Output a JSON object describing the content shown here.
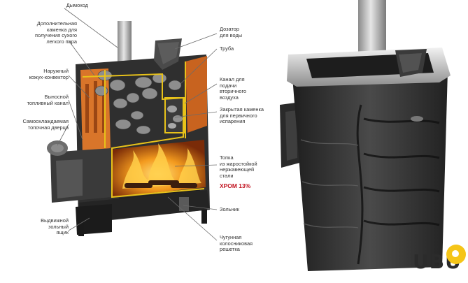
{
  "labels": {
    "chimney": "Дымоход",
    "extra_stones": "Дополнительная\nкаменка для\nполучения сухого\nлегкого пара",
    "convector": "Наружный\nкожух-конвектор",
    "remote_channel": "Выносной\nтопливный канал",
    "door": "Самоохлаждаемая\nтопочная дверца",
    "ash_box": "Выдвижной\nзольный\nящик",
    "water_dispenser": "Дозатор\nдля воды",
    "pipe": "Труба",
    "secondary_air": "Канал для\nподачи\nвторичного\nвоздуха",
    "closed_stones": "Закрытая каменка\nдля первичного\nиспарения",
    "firebox": "Топка\nиз жаростойкой\nнержавеющей\nстали",
    "steel_grade": "ХРОМ 13%",
    "ash_pit": "Зольник",
    "grate": "Чугунная\nколосниковая\nрешетка"
  },
  "logo_text": "UBU",
  "colors": {
    "accent_red": "#c1121f",
    "stove_orange": "#d9752a",
    "stove_dark": "#3a3a3a",
    "outline_yellow": "#e8c21a",
    "logo_yellow": "#f5c518"
  }
}
